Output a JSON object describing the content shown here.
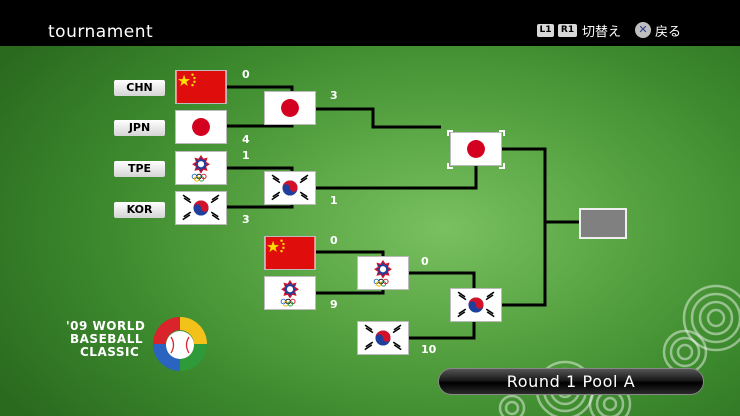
{
  "header": {
    "title": "tournament",
    "l1_badge": "L1",
    "r1_badge": "R1",
    "switch_label": "切替え",
    "back_label": "戻る"
  },
  "teams": {
    "chn": "CHN",
    "jpn": "JPN",
    "tpe": "TPE",
    "kor": "KOR"
  },
  "scores": {
    "g1_chn": "0",
    "g1_jpn": "4",
    "g2_tpe": "1",
    "g2_kor": "3",
    "winners_jpn": "3",
    "winners_kor": "1",
    "elim_chn": "0",
    "elim_tpe": "9",
    "loser_final_tpe": "0",
    "loser_final_kor": "10"
  },
  "round_label": "Round 1   Pool A",
  "logo": {
    "line1": "'09 WORLD",
    "line2": "BASEBALL",
    "line3": "CLASSIC"
  },
  "colors": {
    "background": "#58a443",
    "bracket_line": "#000000",
    "label_bg": "#ffffff"
  }
}
